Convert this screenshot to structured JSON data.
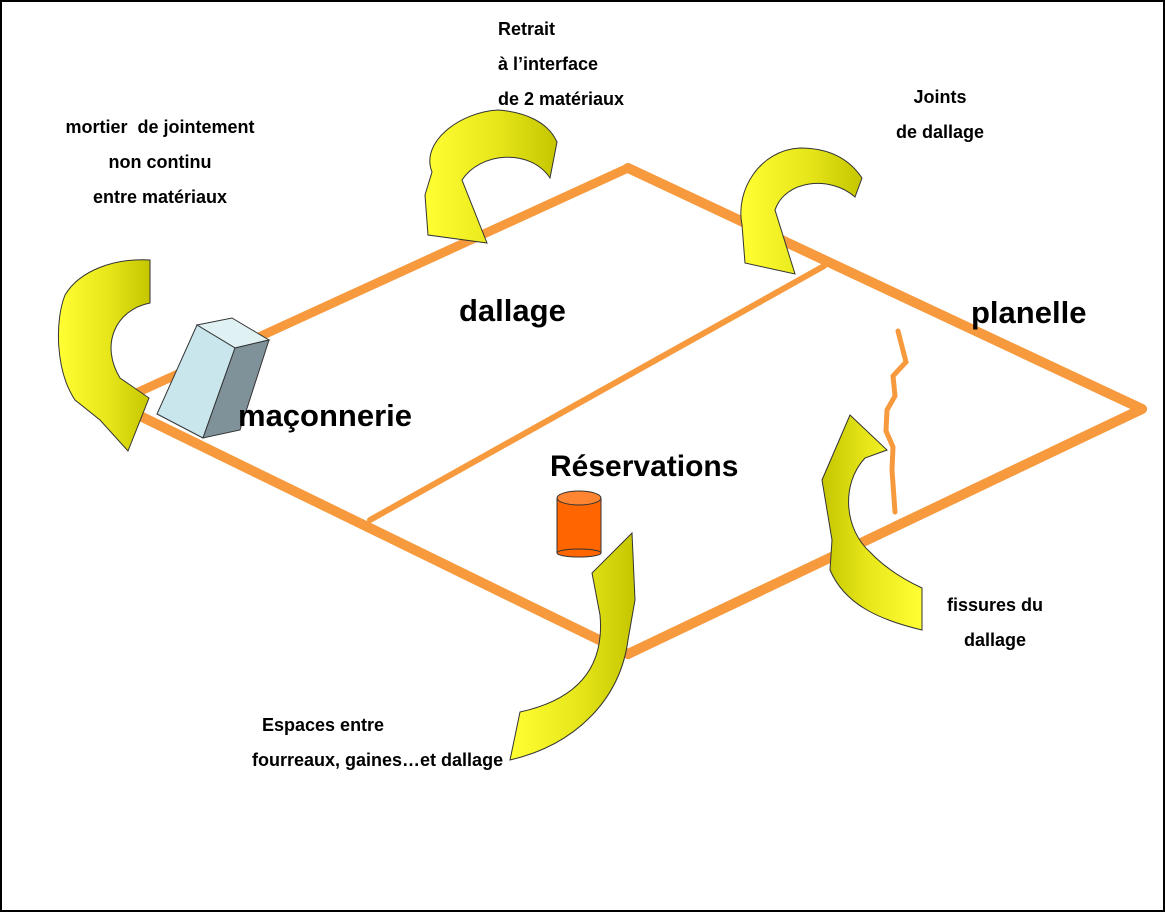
{
  "labels": {
    "retrait": [
      "Retrait",
      "à l’interface",
      "de 2 matériaux"
    ],
    "mortier": [
      "mortier  de jointement",
      "non continu",
      "entre matériaux"
    ],
    "joints": [
      "Joints",
      "de dallage"
    ],
    "dallage": "dallage",
    "planelle": "planelle",
    "maconnerie": "maçonnerie",
    "reservations": "Réservations",
    "fissures": [
      "fissures du",
      "dallage"
    ],
    "espaces": [
      "Espaces entre",
      "fourreaux, gaines…et dallage"
    ]
  },
  "colors": {
    "slab_outline": "#F79A3E",
    "arrow_yellow": "#FFFF33",
    "arrow_olive": "#CCCC00",
    "masonry_front": "#C9E6EC",
    "masonry_side": "#7F9299",
    "reservation": "#FF6600"
  }
}
